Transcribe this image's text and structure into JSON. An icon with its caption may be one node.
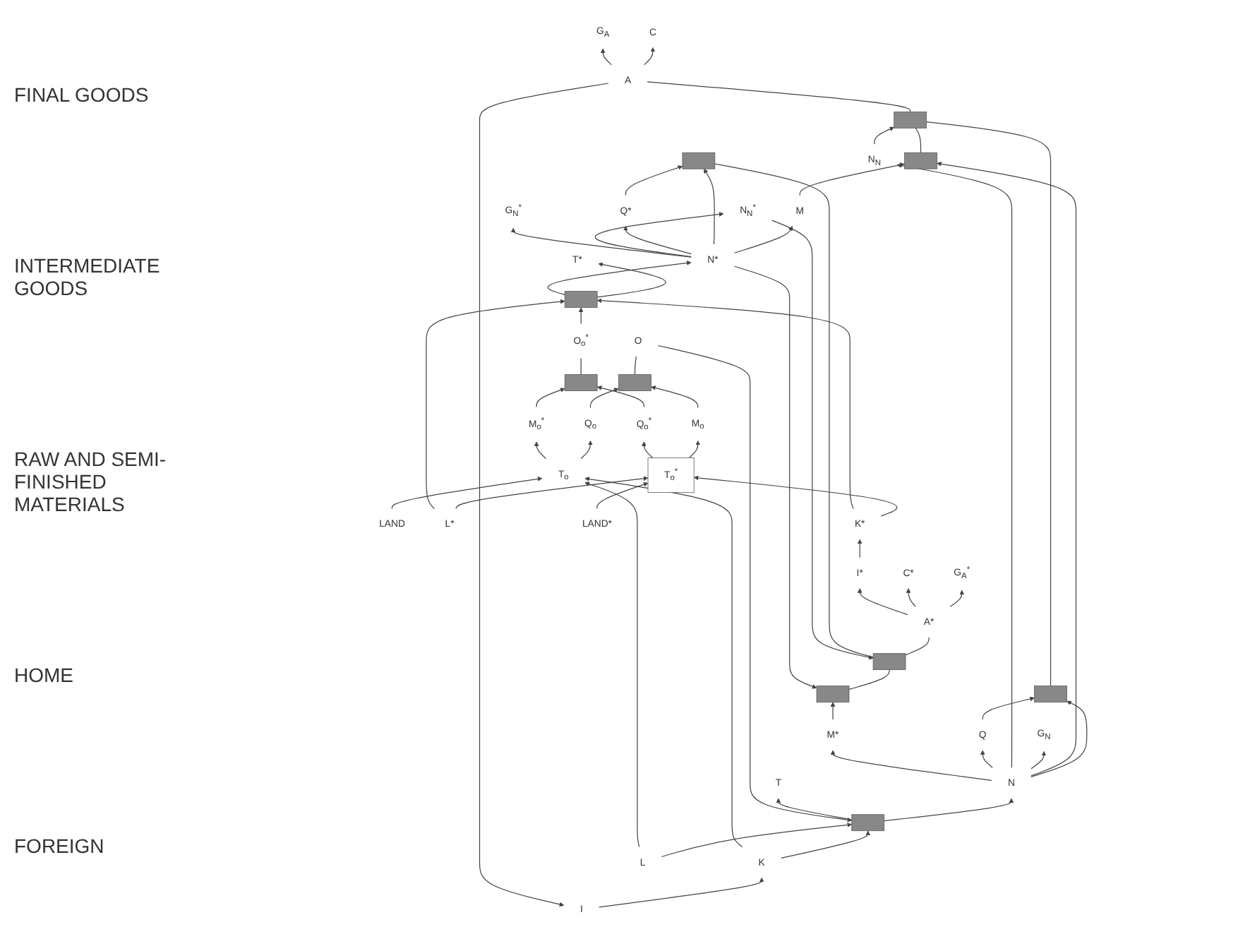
{
  "diagram": {
    "nodes": [
      {
        "text": [
          "I"
        ]
      },
      {
        "text": [
          "C"
        ]
      },
      {
        "text": [
          "G$_{A}$"
        ]
      },
      {
        "text": [
          "A"
        ]
      },
      {
        "text": [],
        "shape": "bracket"
      },
      {
        "text": [],
        "shape": "bracket"
      },
      {
        "text": [],
        "shape": "bracket"
      },
      {
        "text": [
          "G$_{N}$"
        ]
      },
      {
        "text": [
          "N$_{N}$"
        ]
      },
      {
        "text": [
          "Q"
        ]
      },
      {
        "text": [
          "M"
        ]
      },
      {
        "text": [
          "N"
        ]
      },
      {
        "text": [
          "T"
        ]
      },
      {
        "text": [],
        "shape": "bracket"
      },
      {
        "text": [
          "O"
        ]
      },
      {
        "text": [],
        "shape": "bracket"
      },
      {
        "text": [
          "Q$_{o}$"
        ]
      },
      {
        "text": [
          "M$_{o}$"
        ]
      },
      {
        "text": [
          "T$_{o}$"
        ]
      },
      {
        "text": [
          "K"
        ]
      },
      {
        "text": [
          "L"
        ]
      },
      {
        "text": [
          "LAND"
        ]
      },
      {
        "text": [
          "G$_{A}$$^{*}$"
        ]
      },
      {
        "text": [
          "C*"
        ]
      },
      {
        "text": [
          "I*"
        ]
      },
      {
        "text": [
          "A*"
        ]
      },
      {
        "text": [],
        "shape": "bracket"
      },
      {
        "text": [],
        "shape": "bracket"
      },
      {
        "text": [],
        "shape": "bracket"
      },
      {
        "text": [
          "M*"
        ]
      },
      {
        "text": [
          "Q*"
        ]
      },
      {
        "text": [
          "N$_{N}$$^{*}$"
        ]
      },
      {
        "text": [
          "G$_{N}$$^{*}$"
        ]
      },
      {
        "text": [
          "N*"
        ]
      },
      {
        "text": [
          "T*"
        ]
      },
      {
        "text": [],
        "shape": "bracket"
      },
      {
        "text": [
          "O$_{o}$$^{*}$"
        ]
      },
      {
        "text": [],
        "shape": "bracket"
      },
      {
        "text": [
          "M$_{o}$$^{*}$"
        ]
      },
      {
        "text": [
          "Q$_{o}$$^{*}$"
        ]
      },
      {
        "text": [
          "T$_{o}$$^{*}$"
        ]
      },
      {
        "text": [
          "L*"
        ]
      },
      {
        "text": [
          "K*"
        ]
      },
      {
        "text": [
          "LAND*"
        ]
      }
    ],
    "edges": [
      {
        "from": 3,
        "to": 0,
        "arrow": "to"
      },
      {
        "from": 3,
        "to": 1,
        "arrow": "to"
      },
      {
        "from": 3,
        "to": 2,
        "arrow": "to"
      },
      {
        "from": 4,
        "to": 3,
        "arrow": "none"
      },
      {
        "from": 5,
        "to": 4,
        "arrow": "none"
      },
      {
        "from": 6,
        "to": 4,
        "arrow": "none"
      },
      {
        "from": 8,
        "to": 4,
        "arrow": "to"
      },
      {
        "from": 11,
        "to": 5,
        "arrow": "to"
      },
      {
        "from": 9,
        "to": 5,
        "arrow": "to"
      },
      {
        "from": 11,
        "to": 6,
        "arrow": "to"
      },
      {
        "from": 10,
        "to": 6,
        "arrow": "to"
      },
      {
        "from": 11,
        "to": 7,
        "arrow": "to"
      },
      {
        "from": 11,
        "to": 8,
        "arrow": "to"
      },
      {
        "from": 11,
        "to": 9,
        "arrow": "to"
      },
      {
        "from": 11,
        "to": 29,
        "arrow": "to"
      },
      {
        "from": 33,
        "to": 10,
        "arrow": "to"
      },
      {
        "from": 13,
        "to": 11,
        "arrow": "to"
      },
      {
        "from": 13,
        "to": 12,
        "arrow": "to"
      },
      {
        "from": 19,
        "to": 13,
        "arrow": "to"
      },
      {
        "from": 20,
        "to": 13,
        "arrow": "to"
      },
      {
        "from": 14,
        "to": 13,
        "arrow": "to"
      },
      {
        "from": 15,
        "to": 14,
        "arrow": "none"
      },
      {
        "from": 16,
        "to": 15,
        "arrow": "to"
      },
      {
        "from": 17,
        "to": 15,
        "arrow": "to"
      },
      {
        "from": 18,
        "to": 16,
        "arrow": "to"
      },
      {
        "from": 21,
        "to": 18,
        "arrow": "to"
      },
      {
        "from": 19,
        "to": 18,
        "arrow": "to"
      },
      {
        "from": 20,
        "to": 18,
        "arrow": "to"
      },
      {
        "from": 18,
        "to": 38,
        "arrow": "to"
      },
      {
        "from": 40,
        "to": 17,
        "arrow": "to"
      },
      {
        "from": 0,
        "to": 19,
        "arrow": "to"
      },
      {
        "from": 24,
        "to": 42,
        "arrow": "to"
      },
      {
        "from": 25,
        "to": 22,
        "arrow": "to"
      },
      {
        "from": 25,
        "to": 23,
        "arrow": "to"
      },
      {
        "from": 25,
        "to": 24,
        "arrow": "to"
      },
      {
        "from": 26,
        "to": 25,
        "arrow": "none"
      },
      {
        "from": 27,
        "to": 26,
        "arrow": "none"
      },
      {
        "from": 28,
        "to": 26,
        "arrow": "none"
      },
      {
        "from": 29,
        "to": 27,
        "arrow": "to"
      },
      {
        "from": 33,
        "to": 27,
        "arrow": "to"
      },
      {
        "from": 30,
        "to": 28,
        "arrow": "to"
      },
      {
        "from": 33,
        "to": 28,
        "arrow": "to"
      },
      {
        "from": 31,
        "to": 26,
        "arrow": "to"
      },
      {
        "from": 33,
        "to": 30,
        "arrow": "to"
      },
      {
        "from": 33,
        "to": 31,
        "arrow": "to"
      },
      {
        "from": 33,
        "to": 32,
        "arrow": "to"
      },
      {
        "from": 35,
        "to": 34,
        "arrow": "to"
      },
      {
        "from": 35,
        "to": 33,
        "arrow": "to"
      },
      {
        "from": 36,
        "to": 35,
        "arrow": "to"
      },
      {
        "from": 37,
        "to": 36,
        "arrow": "none"
      },
      {
        "from": 38,
        "to": 37,
        "arrow": "to"
      },
      {
        "from": 39,
        "to": 37,
        "arrow": "to"
      },
      {
        "from": 40,
        "to": 39,
        "arrow": "to"
      },
      {
        "from": 43,
        "to": 40,
        "arrow": "to"
      },
      {
        "from": 41,
        "to": 40,
        "arrow": "to"
      },
      {
        "from": 42,
        "to": 40,
        "arrow": "to"
      },
      {
        "from": 41,
        "to": 35,
        "arrow": "to"
      },
      {
        "from": 42,
        "to": 35,
        "arrow": "to"
      }
    ],
    "labels": [
      "FINAL GOODS",
      "INTERMEDIATE GOODS",
      "RAW AND SEMI-FINISHED MATERIALS",
      "HOME",
      "FOREIGN"
    ]
  }
}
